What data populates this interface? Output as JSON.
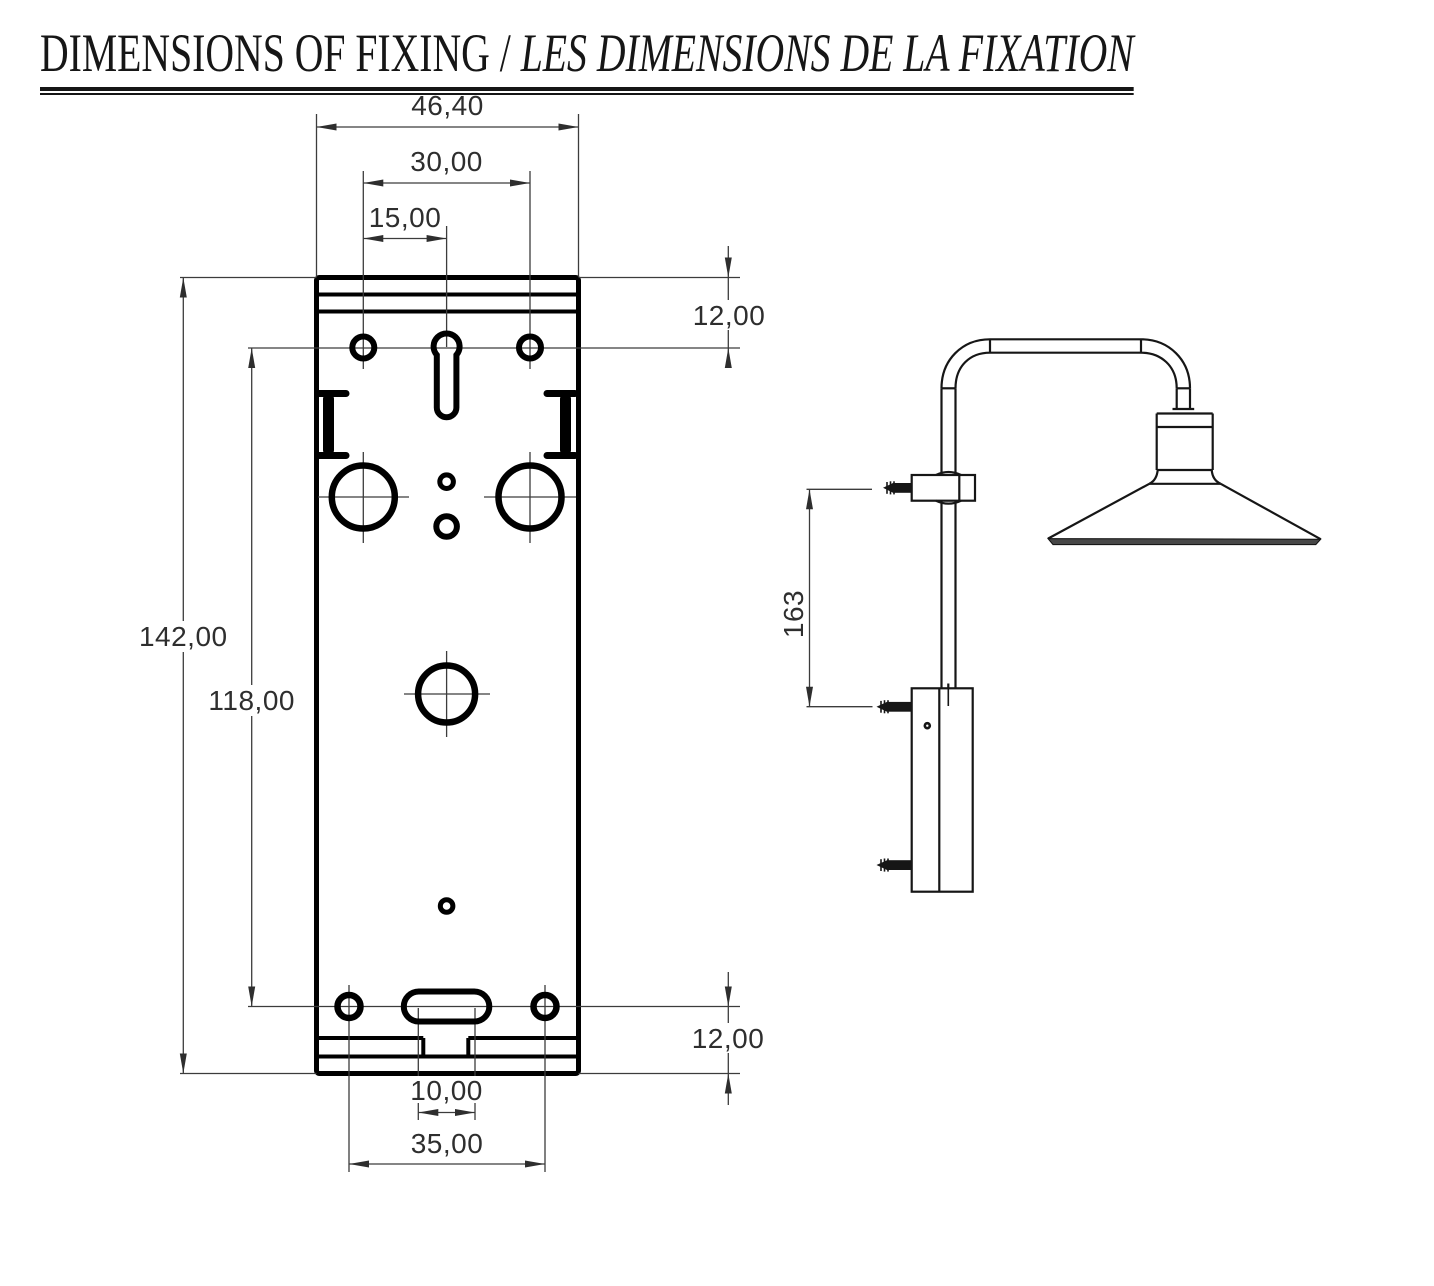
{
  "title": {
    "en": "DIMENSIONS OF FIXING",
    "separator": " / ",
    "fr": "LES DIMENSIONS DE LA FIXATION"
  },
  "front_view": {
    "dim_width_outer": "46,40",
    "dim_width_holes": "30,00",
    "dim_keyhole_offset": "15,00",
    "dim_top_hole_offset": "12,00",
    "dim_height_outer": "142,00",
    "dim_height_holes": "118,00",
    "dim_bottom_hole_offset": "12,00",
    "dim_slot_width": "10,00",
    "dim_bottom_holes_span": "35,00"
  },
  "side_view": {
    "dim_screw_spacing": "163"
  }
}
